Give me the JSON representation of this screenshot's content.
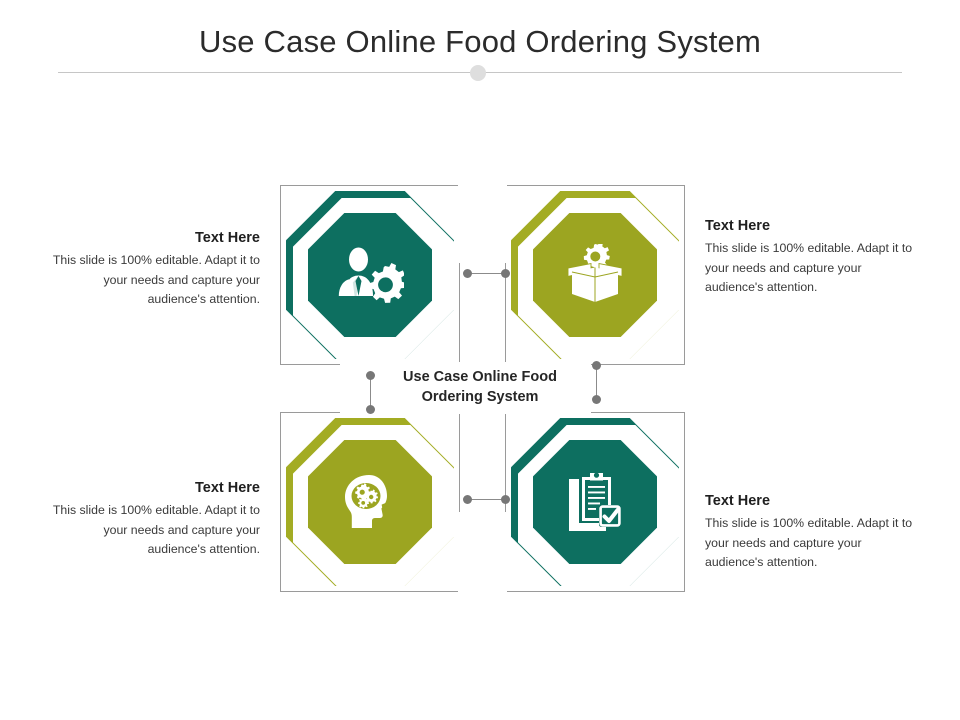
{
  "slide": {
    "title": "Use Case Online Food Ordering System",
    "center_label_line1": "Use Case Online Food",
    "center_label_line2": "Ordering System"
  },
  "colors": {
    "teal": "#0D6F60",
    "olive": "#9CA521",
    "olive_outline": "#A3AC23",
    "frame_gray": "#9A9A9A",
    "connector_gray": "#8B8B8B",
    "dot_gray": "#777777",
    "divider_gray": "#C6C6C6",
    "node_gray": "#DEDEDE",
    "icon_white": "#FFFFFF",
    "title_text": "#2B2B2B",
    "body_text": "#3A3A3A"
  },
  "quadrants": [
    {
      "id": "top-left",
      "icon": "businessman-gear-icon",
      "fill_color": "#0D6F60",
      "outline_color": "#0D6F60"
    },
    {
      "id": "top-right",
      "icon": "open-box-gear-icon",
      "fill_color": "#9CA521",
      "outline_color": "#A3AC23"
    },
    {
      "id": "bottom-left",
      "icon": "head-gears-icon",
      "fill_color": "#9CA521",
      "outline_color": "#A3AC23"
    },
    {
      "id": "bottom-right",
      "icon": "clipboard-check-icon",
      "fill_color": "#0D6F60",
      "outline_color": "#0D6F60"
    }
  ],
  "text_blocks": [
    {
      "id": "top-left",
      "heading": "Text Here",
      "body": "This slide is 100% editable. Adapt it to your needs and capture your audience's attention.",
      "align": "right"
    },
    {
      "id": "top-right",
      "heading": "Text Here",
      "body": "This slide is 100% editable. Adapt it to your needs and capture your audience's attention.",
      "align": "left"
    },
    {
      "id": "bottom-left",
      "heading": "Text Here",
      "body": "This slide is 100% editable. Adapt it to your needs and capture your audience's attention.",
      "align": "right"
    },
    {
      "id": "bottom-right",
      "heading": "Text Here",
      "body": "This slide is 100% editable. Adapt it to your needs and capture your audience's attention.",
      "align": "left"
    }
  ]
}
